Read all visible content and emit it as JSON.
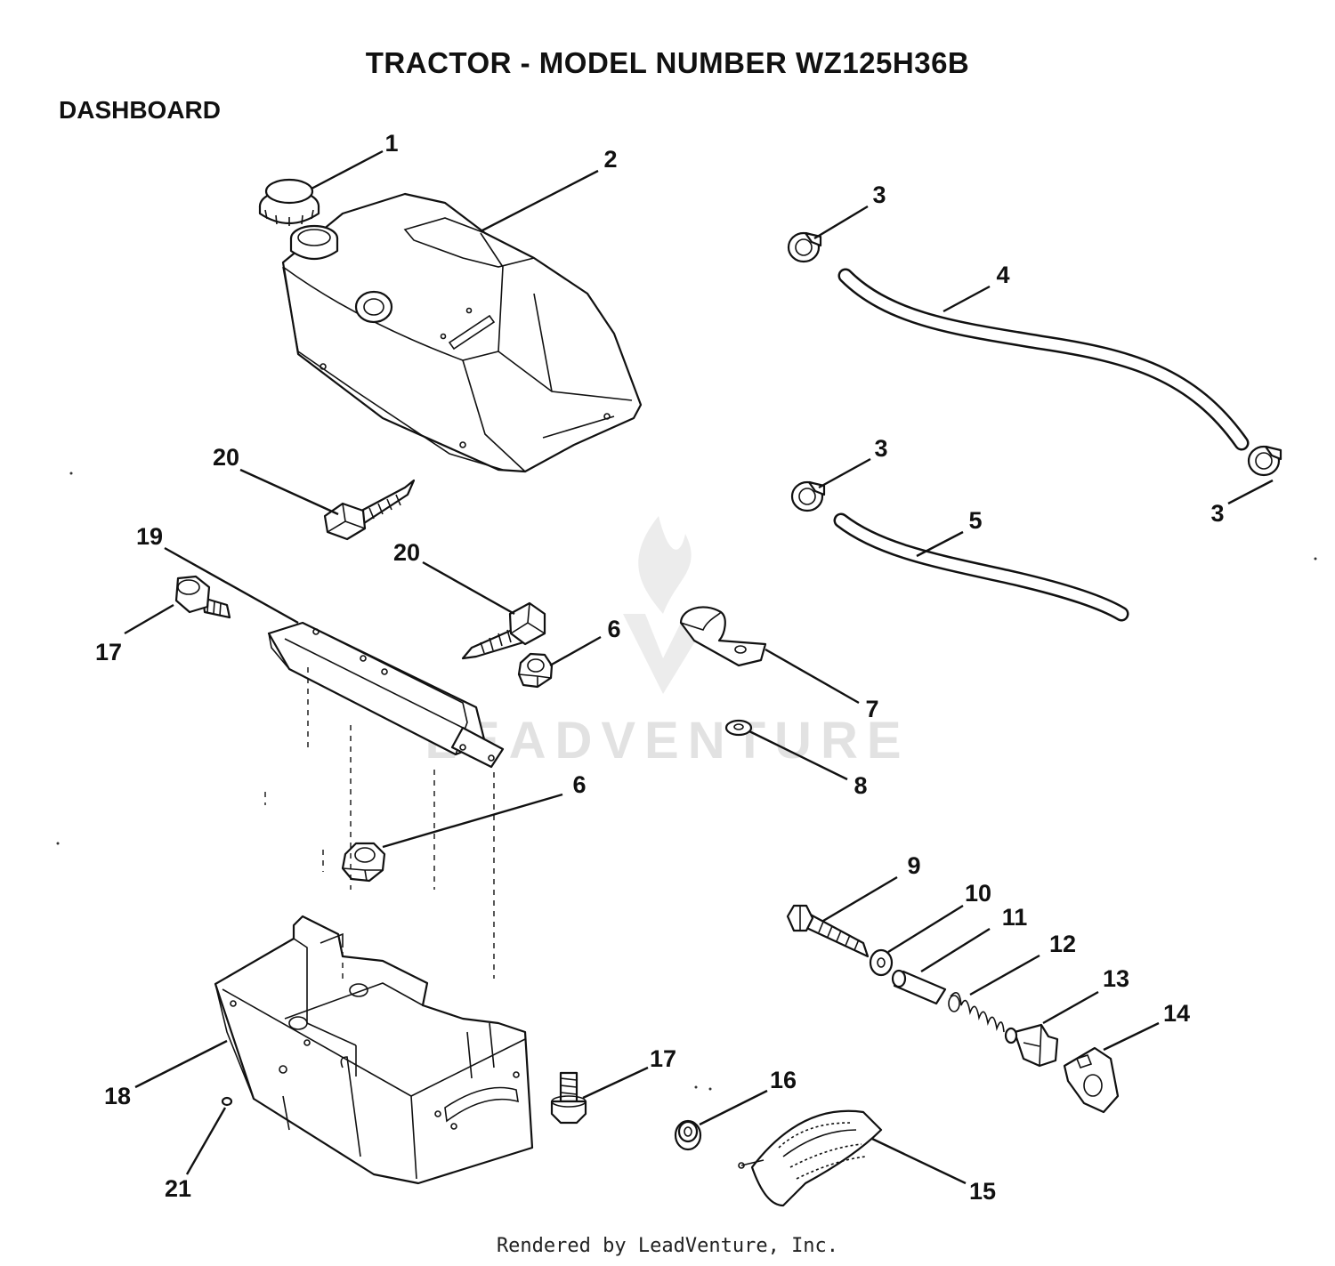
{
  "title": "TRACTOR  - MODEL NUMBER WZ125H36B",
  "section": "DASHBOARD",
  "footer": "Rendered by LeadVenture, Inc.",
  "watermark": "LEADVENTURE",
  "callouts": [
    "1",
    "2",
    "3",
    "4",
    "3",
    "3",
    "5",
    "20",
    "19",
    "20",
    "17",
    "6",
    "7",
    "8",
    "6",
    "9",
    "10",
    "11",
    "12",
    "13",
    "14",
    "18",
    "17",
    "16",
    "15",
    "21"
  ]
}
